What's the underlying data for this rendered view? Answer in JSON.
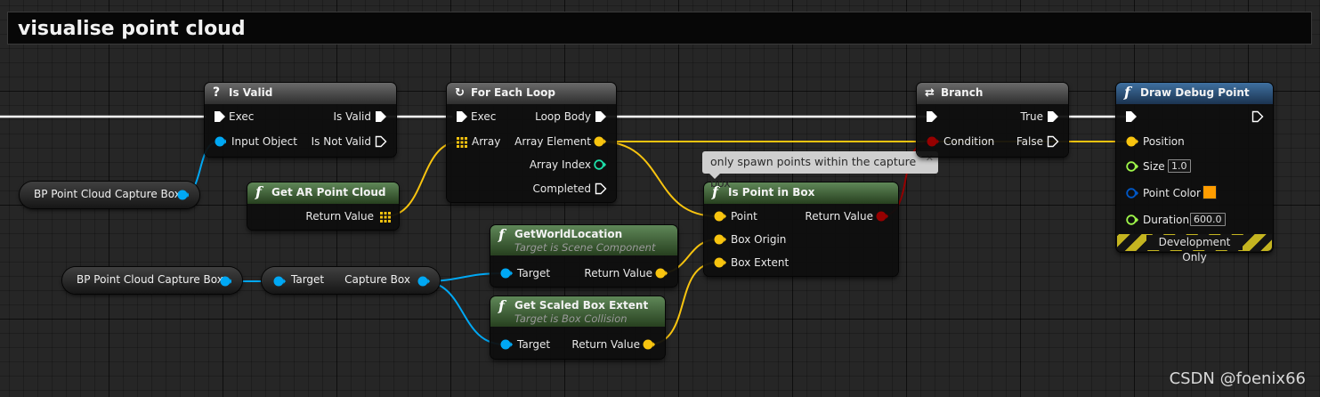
{
  "comment": {
    "title": "visualise point cloud"
  },
  "colors": {
    "exec": "#ffffff",
    "object": "#00a8f4",
    "struct": "#f8c40f",
    "bool": "#970000",
    "int": "#1edfa9",
    "float": "#9ff74a",
    "linear_color": "#0058c8",
    "point_color_value": "#ff9d00"
  },
  "nodes": {
    "is_valid": {
      "icon": "question-icon",
      "title": "Is Valid",
      "pins": {
        "exec_in": "Exec",
        "is_valid": "Is Valid",
        "input_object": "Input Object",
        "is_not_valid": "Is Not Valid"
      }
    },
    "get_ar_point_cloud": {
      "icon": "function-icon",
      "title": "Get AR Point Cloud",
      "pins": {
        "return_value": "Return Value"
      }
    },
    "for_each_loop": {
      "icon": "loop-icon",
      "title": "For Each Loop",
      "pins": {
        "exec_in": "Exec",
        "loop_body": "Loop Body",
        "array": "Array",
        "array_element": "Array Element",
        "array_index": "Array Index",
        "completed": "Completed"
      }
    },
    "branch": {
      "icon": "branch-icon",
      "title": "Branch",
      "pins": {
        "true": "True",
        "condition": "Condition",
        "false": "False"
      }
    },
    "draw_debug_point": {
      "icon": "function-icon",
      "title": "Draw Debug Point",
      "pins": {
        "position": "Position",
        "size": "Size",
        "size_value": "1.0",
        "point_color": "Point Color",
        "duration": "Duration",
        "duration_value": "600.0"
      },
      "footer": "Development Only"
    },
    "is_point_in_box": {
      "icon": "function-icon",
      "title": "Is Point in Box",
      "pins": {
        "point": "Point",
        "return_value": "Return Value",
        "box_origin": "Box Origin",
        "box_extent": "Box Extent"
      }
    },
    "get_world_location": {
      "icon": "function-icon",
      "title": "GetWorldLocation",
      "subtitle": "Target is Scene Component",
      "pins": {
        "target": "Target",
        "return_value": "Return Value"
      }
    },
    "get_scaled_box_extent": {
      "icon": "function-icon",
      "title": "Get Scaled Box Extent",
      "subtitle": "Target is Box Collision",
      "pins": {
        "target": "Target",
        "return_value": "Return Value"
      }
    },
    "capture_box_getter": {
      "pins": {
        "target": "Target",
        "capture_box": "Capture Box"
      }
    }
  },
  "variables": {
    "capture_box_1": "BP Point Cloud Capture Box",
    "capture_box_2": "BP Point Cloud Capture Box"
  },
  "comment_bubble": {
    "text": "only spawn points within the capture box"
  },
  "watermark": "CSDN @foenix66"
}
